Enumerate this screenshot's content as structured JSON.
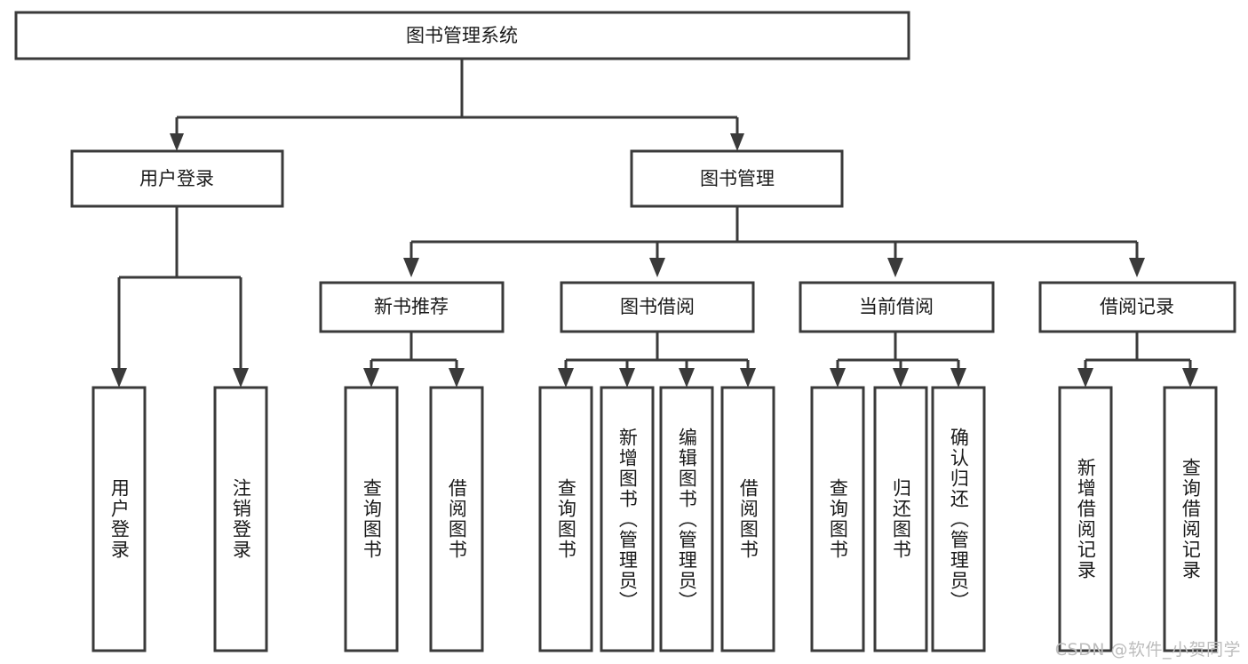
{
  "diagram": {
    "title": "图书管理系统",
    "type": "hierarchy-tree",
    "watermark": "CSDN @软件_小贺同学",
    "colors": {
      "stroke": "#3a3a3a",
      "box_fill": "#ffffff",
      "text": "#1a1a1a",
      "background": "#ffffff",
      "watermark": "#bdbdbd"
    },
    "root": {
      "label": "图书管理系统"
    },
    "level2": [
      {
        "label": "用户登录"
      },
      {
        "label": "图书管理"
      }
    ],
    "level3": [
      {
        "label": "新书推荐"
      },
      {
        "label": "图书借阅"
      },
      {
        "label": "当前借阅"
      },
      {
        "label": "借阅记录"
      }
    ],
    "leaves": [
      {
        "label": "用户登录",
        "parent": "用户登录"
      },
      {
        "label": "注销登录",
        "parent": "用户登录"
      },
      {
        "label": "查询图书",
        "parent": "新书推荐"
      },
      {
        "label": "借阅图书",
        "parent": "新书推荐"
      },
      {
        "label": "查询图书",
        "parent": "图书借阅"
      },
      {
        "label": "新增图书（管理员）",
        "parent": "图书借阅"
      },
      {
        "label": "编辑图书（管理员）",
        "parent": "图书借阅"
      },
      {
        "label": "借阅图书",
        "parent": "图书借阅"
      },
      {
        "label": "查询图书",
        "parent": "当前借阅"
      },
      {
        "label": "归还图书",
        "parent": "当前借阅"
      },
      {
        "label": "确认归还（管理员）",
        "parent": "当前借阅"
      },
      {
        "label": "新增借阅记录",
        "parent": "借阅记录"
      },
      {
        "label": "查询借阅记录",
        "parent": "借阅记录"
      }
    ]
  }
}
